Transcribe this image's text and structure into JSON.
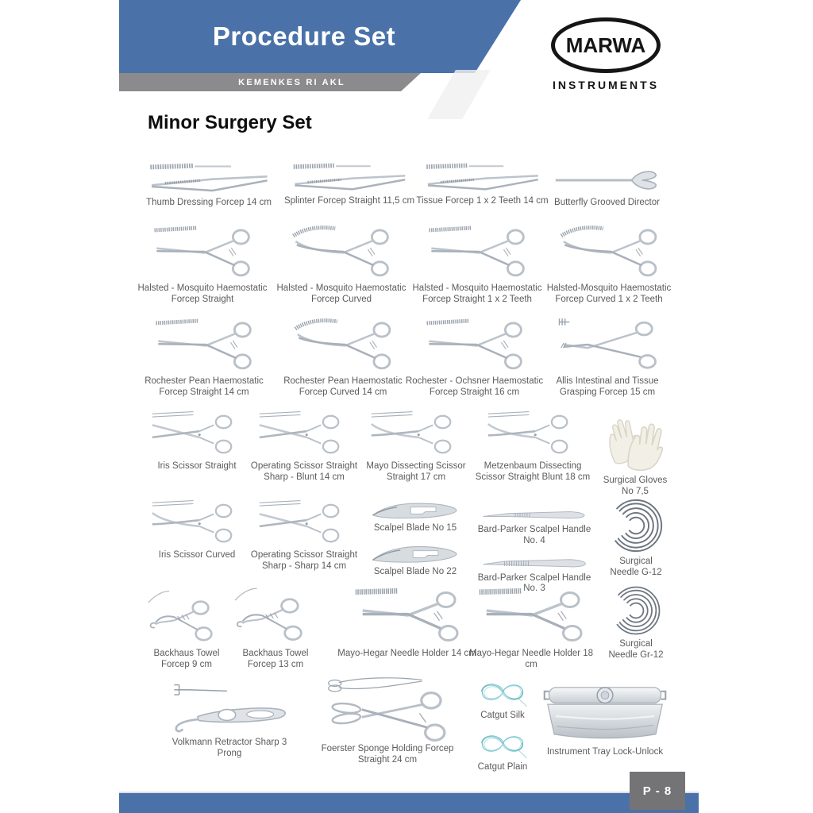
{
  "header": {
    "title": "Procedure Set",
    "certification": "KEMENKES RI AKL",
    "brand": {
      "name": "MARWA",
      "tagline": "INSTRUMENTS"
    }
  },
  "section": {
    "title": "Minor Surgery Set"
  },
  "footer": {
    "page_number": "P - 8"
  },
  "colors": {
    "accent_blue": "#4a72a8",
    "badge_gray": "#8b8b8d",
    "page_tab_gray": "#747477",
    "caption_gray": "#5b5b5d",
    "catgut_teal": "#7ac3cd"
  },
  "rows": [
    {
      "items": [
        {
          "label": "Thumb Dressing Forcep 14 cm"
        },
        {
          "label": "Splinter Forcep Straight 11,5 cm"
        },
        {
          "label": "Tissue Forcep 1 x 2 Teeth 14 cm"
        },
        {
          "label": "Butterfly Grooved Director"
        }
      ]
    },
    {
      "items": [
        {
          "label": "Halsted - Mosquito Haemostatic Forcep Straight"
        },
        {
          "label": "Halsted - Mosquito Haemostatic Forcep Curved"
        },
        {
          "label": "Halsted - Mosquito Haemostatic Forcep Straight 1 x 2 Teeth"
        },
        {
          "label": "Halsted-Mosquito Haemostatic Forcep Curved 1 x 2 Teeth"
        }
      ]
    },
    {
      "items": [
        {
          "label": "Rochester Pean Haemostatic Forcep Straight 14 cm"
        },
        {
          "label": "Rochester Pean Haemostatic Forcep Curved 14 cm"
        },
        {
          "label": "Rochester - Ochsner Haemostatic Forcep Straight 16 cm"
        },
        {
          "label": "Allis Intestinal and Tissue Grasping Forcep 15 cm"
        }
      ]
    },
    {
      "items": [
        {
          "label": "Iris Scissor Straight"
        },
        {
          "label": "Operating Scissor Straight Sharp - Blunt 14 cm"
        },
        {
          "label": "Mayo Dissecting Scissor Straight 17 cm"
        },
        {
          "label": "Metzenbaum Dissecting Scissor Straight Blunt 18 cm"
        },
        {
          "label": "Surgical Gloves No 7,5"
        }
      ]
    },
    {
      "items": [
        {
          "label": "Iris Scissor Curved"
        },
        {
          "label": "Operating Scissor Straight Sharp - Sharp 14 cm"
        },
        {
          "stack": [
            {
              "label": "Scalpel Blade No 15"
            },
            {
              "label": "Scalpel Blade No 22"
            }
          ]
        },
        {
          "stack": [
            {
              "label": "Bard-Parker Scalpel Handle No. 4"
            },
            {
              "label": "Bard-Parker Scalpel Handle No. 3"
            }
          ]
        },
        {
          "label": "Surgical Needle G-12"
        }
      ]
    },
    {
      "items": [
        {
          "label": "Backhaus Towel Forcep 9 cm"
        },
        {
          "label": "Backhaus Towel Forcep 13 cm"
        },
        {
          "label": "Mayo-Hegar Needle Holder 14 cm"
        },
        {
          "label": "Mayo-Hegar Needle Holder 18 cm"
        },
        {
          "label": "Surgical Needle Gr-12"
        }
      ]
    },
    {
      "items": [
        {
          "label": "Volkmann Retractor Sharp 3 Prong"
        },
        {
          "label": "Foerster Sponge Holding Forcep Straight 24 cm"
        },
        {
          "stack": [
            {
              "label": "Catgut Silk"
            },
            {
              "label": "Catgut Plain"
            }
          ]
        },
        {
          "label": "Instrument Tray Lock-Unlock"
        }
      ]
    }
  ]
}
